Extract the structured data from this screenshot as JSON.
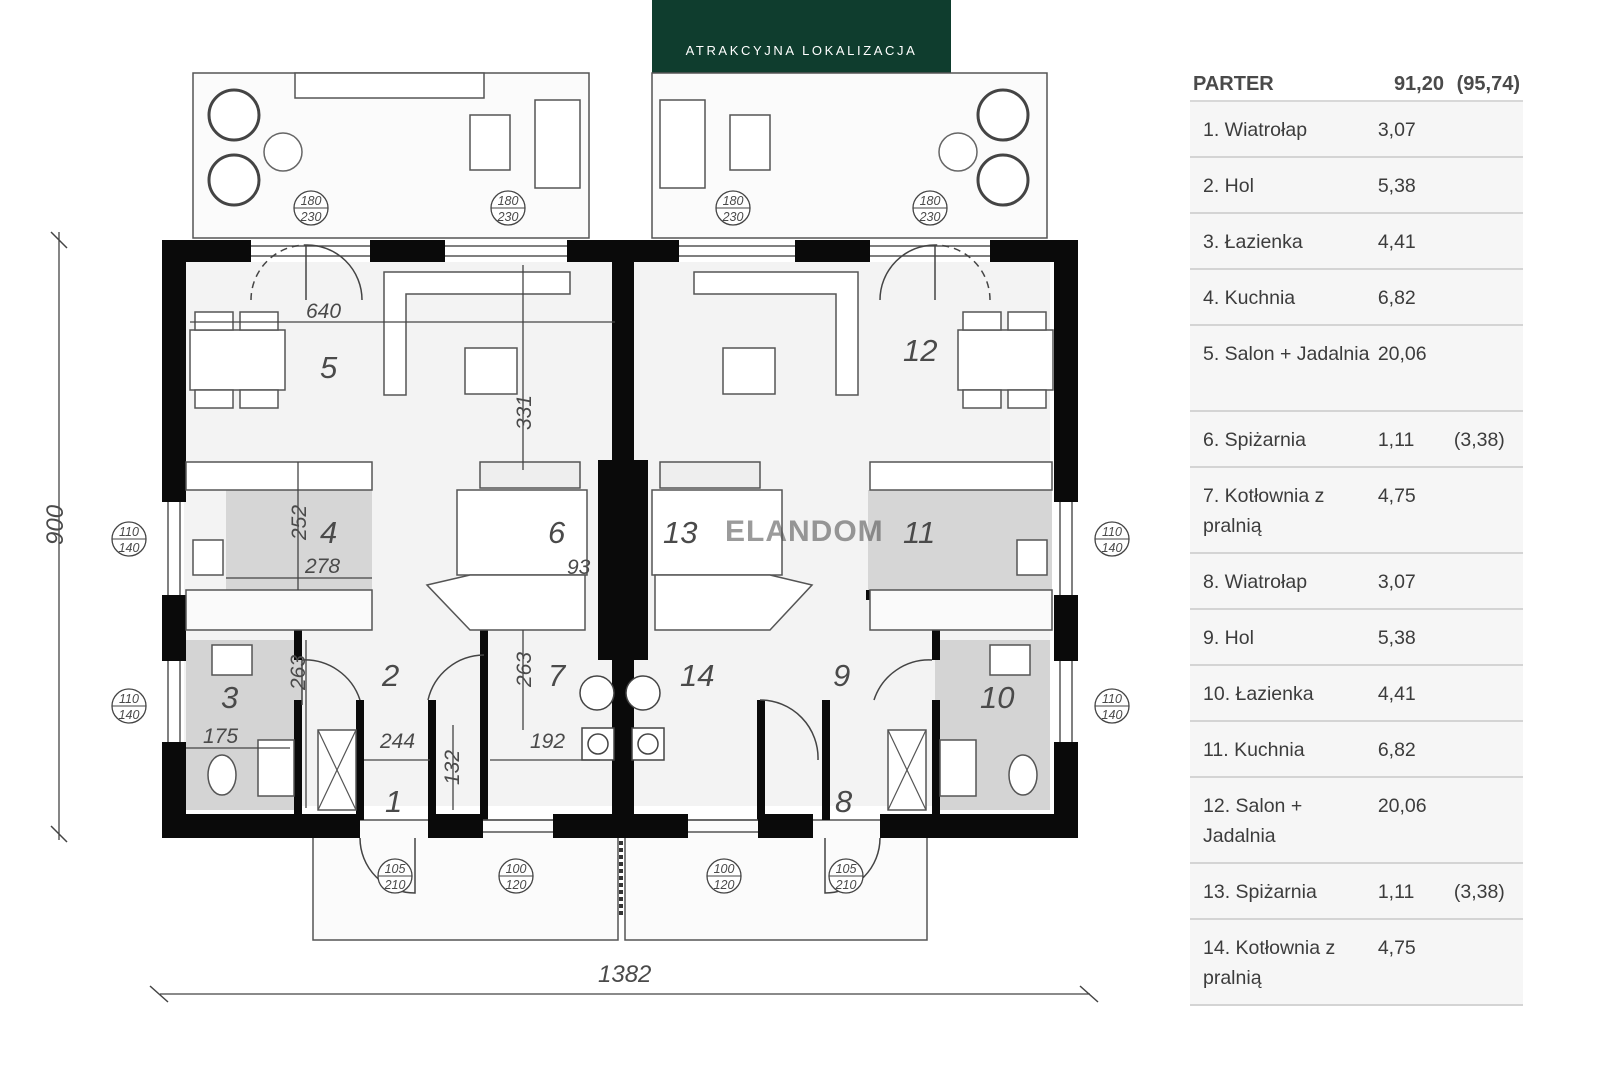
{
  "banner": {
    "text": "ATRAKCYJNA LOKALIZACJA",
    "color": "#0f3d2e"
  },
  "plan": {
    "total_width": "1382",
    "total_depth": "900",
    "watermark": "ELANDOM",
    "rooms": [
      "1",
      "2",
      "3",
      "4",
      "5",
      "6",
      "7",
      "8",
      "9",
      "10",
      "11",
      "12",
      "13",
      "14"
    ],
    "dims": {
      "d640": "640",
      "d331": "331",
      "d252": "252",
      "d278": "278",
      "d93": "93",
      "d263a": "263",
      "d263b": "263",
      "d175": "175",
      "d244": "244",
      "d192": "192",
      "d132": "132"
    },
    "openings": {
      "o180": "180",
      "o230": "230",
      "o110": "110",
      "o140": "140",
      "o105": "105",
      "o210": "210",
      "o100": "100",
      "o120": "120"
    }
  },
  "table": {
    "header": {
      "name": "PARTER",
      "area": "91,20",
      "extra": "(95,74)"
    },
    "rows": [
      {
        "name": "1. Wiatrołap",
        "area": "3,07",
        "extra": ""
      },
      {
        "name": "2. Hol",
        "area": "5,38",
        "extra": ""
      },
      {
        "name": "3. Łazienka",
        "area": "4,41",
        "extra": ""
      },
      {
        "name": "4. Kuchnia",
        "area": "6,82",
        "extra": ""
      },
      {
        "name": "5. Salon + Jadalnia",
        "area": "20,06",
        "extra": ""
      },
      {
        "name": "6. Spiżarnia",
        "area": "1,11",
        "extra": "(3,38)"
      },
      {
        "name": "7. Kotłownia z pralnią",
        "area": "4,75",
        "extra": ""
      },
      {
        "name": "8. Wiatrołap",
        "area": "3,07",
        "extra": ""
      },
      {
        "name": "9. Hol",
        "area": "5,38",
        "extra": ""
      },
      {
        "name": "10. Łazienka",
        "area": "4,41",
        "extra": ""
      },
      {
        "name": "11. Kuchnia",
        "area": "6,82",
        "extra": ""
      },
      {
        "name": "12. Salon + Jadalnia",
        "area": "20,06",
        "extra": ""
      },
      {
        "name": "13. Spiżarnia",
        "area": "1,11",
        "extra": "(3,38)"
      },
      {
        "name": "14. Kotłownia z pralnią",
        "area": "4,75",
        "extra": ""
      }
    ]
  }
}
